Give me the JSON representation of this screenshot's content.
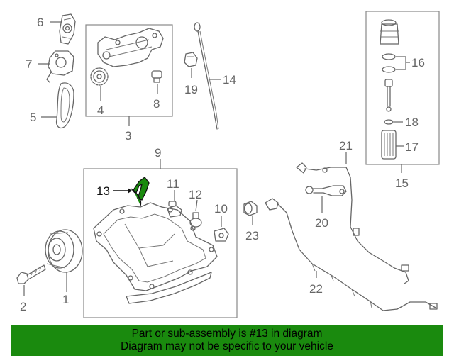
{
  "callouts": {
    "c1": "1",
    "c2": "2",
    "c3": "3",
    "c4": "4",
    "c5": "5",
    "c6": "6",
    "c7": "7",
    "c8": "8",
    "c9": "9",
    "c10": "10",
    "c11": "11",
    "c12": "12",
    "c13": "13",
    "c14": "14",
    "c15": "15",
    "c16": "16",
    "c17": "17",
    "c18": "18",
    "c19": "19",
    "c20": "20",
    "c21": "21",
    "c22": "22",
    "c23": "23"
  },
  "highlighted_part": "13",
  "highlight_color": "#1a8a0e",
  "banner": {
    "line1": "Part or sub-assembly is #13 in diagram",
    "line2": "Diagram may not be specific to your vehicle",
    "background": "#1a8a0e"
  }
}
